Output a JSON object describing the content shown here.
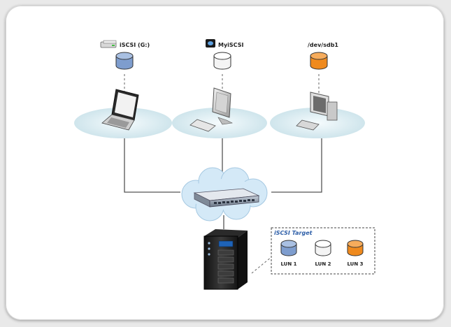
{
  "hosts": [
    {
      "label": "iSCSI (G:)",
      "icon": "drive-icon",
      "disk_color": "#7e9dce",
      "device": "laptop"
    },
    {
      "label": "MyiSCSI",
      "icon": "disk-icon",
      "disk_color": "#f4f4f4",
      "device": "desktop"
    },
    {
      "label": "/dev/sdb1",
      "icon": "",
      "disk_color": "#ef8a1e",
      "device": "workstation"
    }
  ],
  "target": {
    "title": "iSCSI Target",
    "luns": [
      {
        "label": "LUN 1",
        "color": "#7e9dce"
      },
      {
        "label": "LUN 2",
        "color": "#f4f4f4"
      },
      {
        "label": "LUN 3",
        "color": "#ef8a1e"
      }
    ]
  },
  "network": {
    "switch": "network-switch",
    "cloud_color": "#cfe6f6"
  },
  "storage": {
    "device": "nas-server"
  }
}
